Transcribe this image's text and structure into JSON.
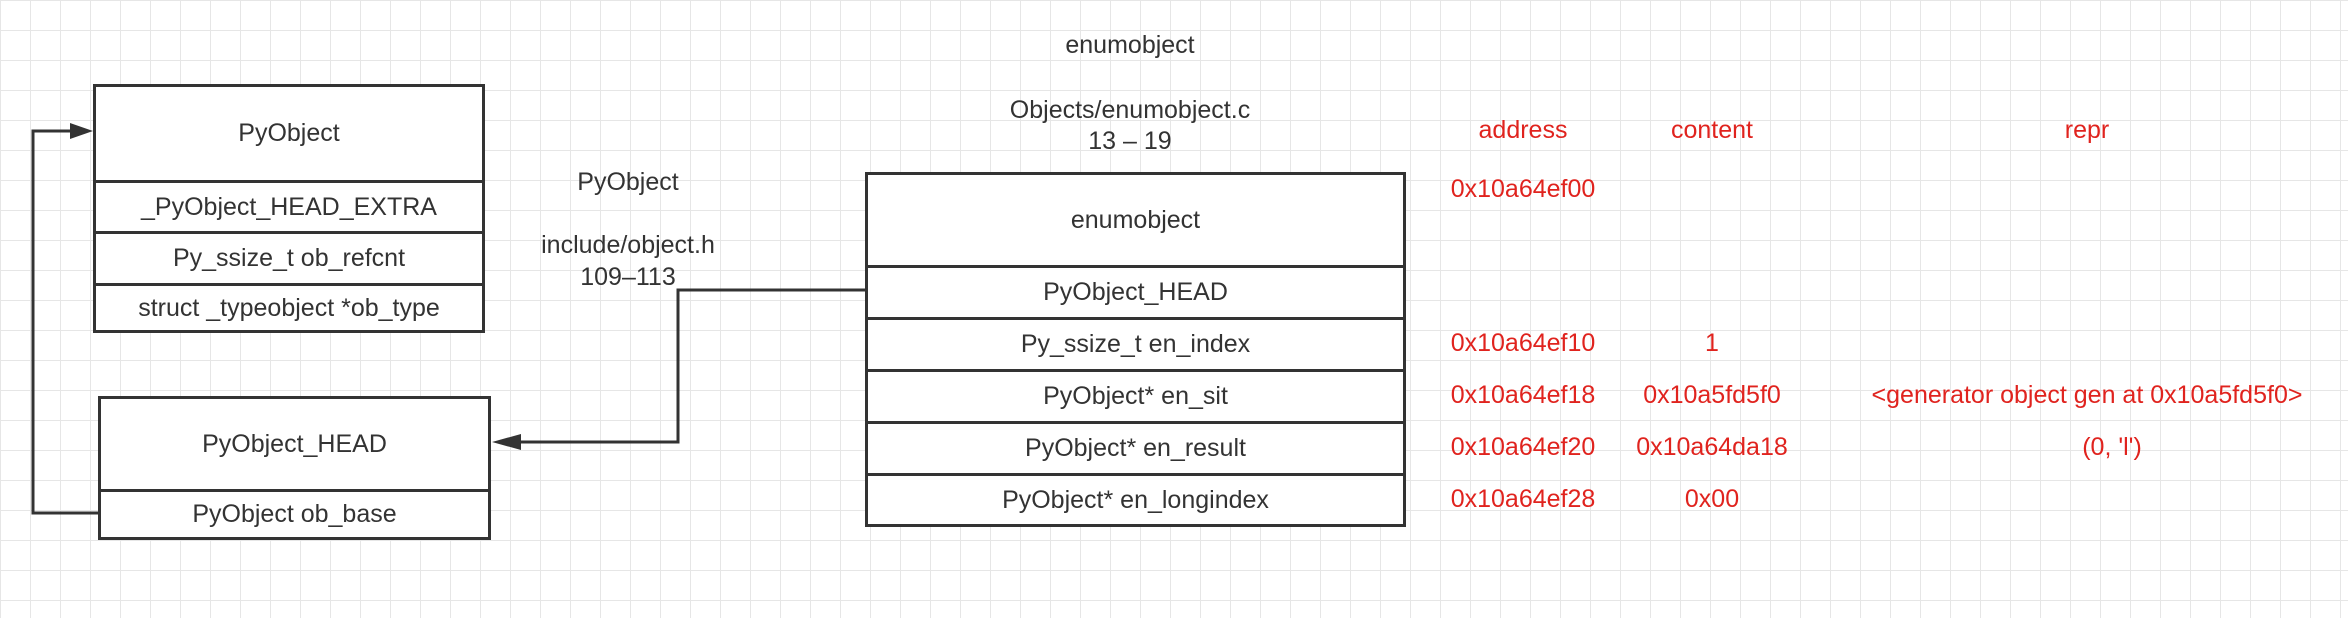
{
  "colors": {
    "line": "#333333",
    "annotation": "#e0231e",
    "grid": "#e6e6e6"
  },
  "pyobject_box": {
    "title": "PyObject",
    "fields": [
      "_PyObject_HEAD_EXTRA",
      "Py_ssize_t ob_refcnt",
      "struct _typeobject *ob_type"
    ]
  },
  "pyobject_head_box": {
    "title": "PyObject_HEAD",
    "fields": [
      "PyObject ob_base"
    ]
  },
  "pyobject_note": {
    "name": "PyObject",
    "file": "include/object.h",
    "lines": "109–113"
  },
  "enumobject_note": {
    "name": "enumobject",
    "file": "Objects/enumobject.c",
    "lines": "13 – 19"
  },
  "enumobject_box": {
    "title": "enumobject",
    "fields": [
      "PyObject_HEAD",
      "Py_ssize_t en_index",
      "PyObject* en_sit",
      "PyObject* en_result",
      "PyObject* en_longindex"
    ]
  },
  "memory_table": {
    "headers": {
      "address": "address",
      "content": "content",
      "repr": "repr"
    },
    "title_address": "0x10a64ef00",
    "rows": [
      {
        "address": "0x10a64ef10",
        "content": "1",
        "repr": ""
      },
      {
        "address": "0x10a64ef18",
        "content": "0x10a5fd5f0",
        "repr": "<generator object gen at 0x10a5fd5f0>"
      },
      {
        "address": "0x10a64ef20",
        "content": "0x10a64da18",
        "repr": "(0, 'l')"
      },
      {
        "address": "0x10a64ef28",
        "content": "0x00",
        "repr": ""
      }
    ]
  }
}
